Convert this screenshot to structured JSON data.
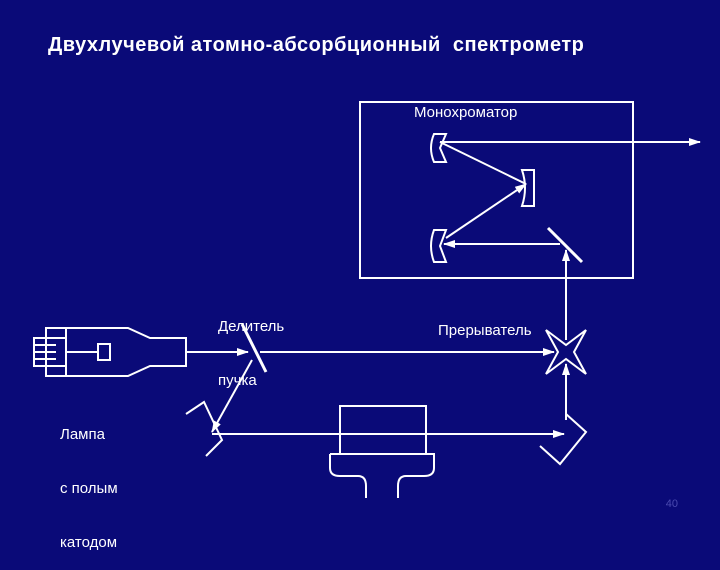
{
  "slide": {
    "title": "Двухлучевой атомно-абсорбционный  спектрометр",
    "page_number": "40"
  },
  "labels": {
    "monochromator": "Монохроматор",
    "beam_splitter_line1": "Делитель",
    "beam_splitter_line2": "пучка",
    "chopper": "Прерыватель",
    "lamp_line1": "Лампа",
    "lamp_line2": "с полым",
    "lamp_line3": "катодом"
  },
  "colors": {
    "background": "#0a0a78",
    "foreground": "#ffffff"
  }
}
